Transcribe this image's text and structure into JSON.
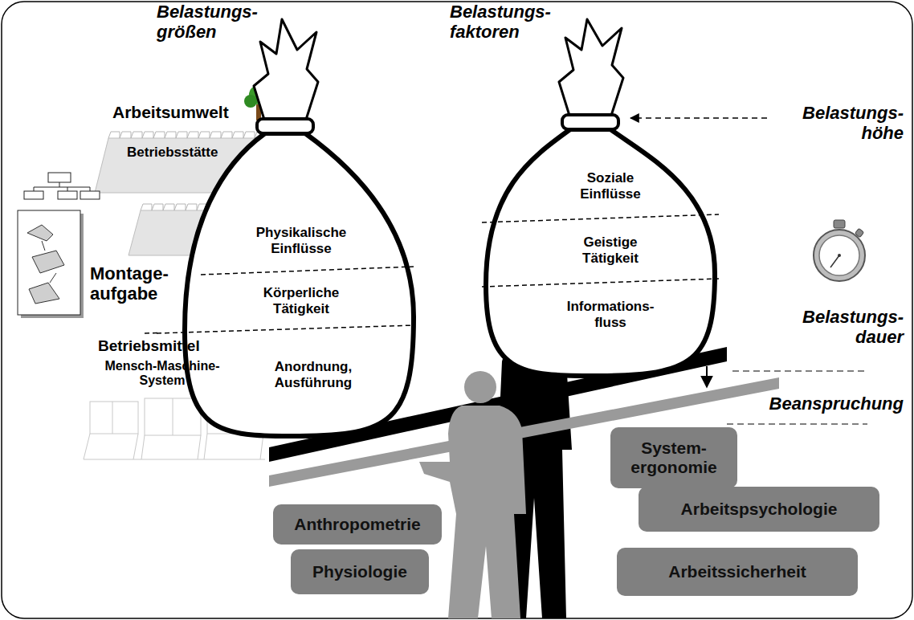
{
  "diagram": {
    "nodes": [
      {
        "text": [
          "Belastungs- größen",
          "Physikalische Einflüsse",
          "Körperliche Tätigkeit",
          "Anordnung, Ausführung"
        ]
      },
      {
        "text": [
          "Belastungs- faktoren",
          "Soziale Einflüsse",
          "Geistige Tätigkeit",
          "Informations- fluss"
        ]
      },
      {
        "text": [
          "Anthropometrie"
        ]
      },
      {
        "text": [
          "Physiologie"
        ]
      },
      {
        "text": [
          "System- ergonomie"
        ]
      },
      {
        "text": [
          "Arbeitspsychologie"
        ]
      },
      {
        "text": [
          "Arbeitssicherheit"
        ]
      }
    ],
    "labels": [
      "Arbeitsumwelt",
      "Betriebsstätte",
      "Montage- aufgabe",
      "Betriebsmittel",
      "Mensch-Maschine- System",
      "Belastungs- höhe",
      "Belastungs- dauer",
      "Beanspruchung"
    ]
  }
}
